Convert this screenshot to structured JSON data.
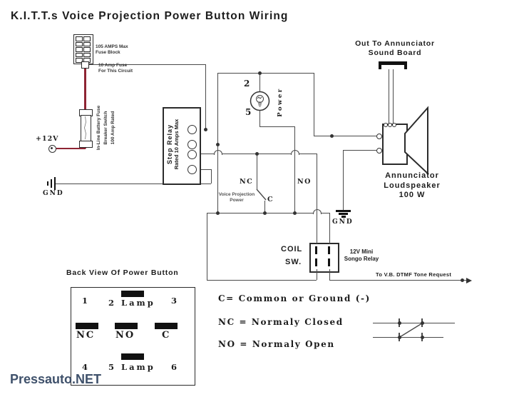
{
  "colors": {
    "wire": "#4a4a4a",
    "supply_wire": "#8e2433",
    "ink": "#1c1c1c",
    "watermark": "#3f516b"
  },
  "header": {
    "title": "K.I.T.T.s Voice Projection Power Button Wiring"
  },
  "watermark": {
    "text": "Pressauto.NET"
  },
  "fuse_block": {
    "rating_line1": "105 AMPS Max",
    "rating_line2": "Fuse Block",
    "circuit_line1": "10 Amp Fuse",
    "circuit_line2": "For This Circuit"
  },
  "inline_fuse": {
    "line1": "In-Line",
    "line2": "Battery Fuse",
    "line3": "Breaker Switch",
    "line4": "100 Amp Rated"
  },
  "supply": {
    "positive": "+12V",
    "ground": "GND"
  },
  "step_relay": {
    "name": "Step Relay",
    "rating": "Rated 10 Amps Max"
  },
  "lamp": {
    "pin_top": "2",
    "pin_bottom": "5",
    "label": "Power"
  },
  "annunciator": {
    "out_line1": "Out To Annunciator",
    "out_line2": "Sound Board",
    "name_line1": "Annunciator",
    "name_line2": "Loudspeaker",
    "name_line3": "100 W",
    "ground": "GND"
  },
  "songo_relay": {
    "coil": "COIL",
    "sw": "SW.",
    "name_line1": "12V Mini",
    "name_line2": "Songo Relay",
    "output": "To V.B. DTMF Tone Request"
  },
  "push_switch": {
    "nc": "NC",
    "no": "NO",
    "c": "C",
    "label_line1": "Voice Projection",
    "label_line2": "Power"
  },
  "button_back": {
    "title": "Back View Of Power Button",
    "pin1": "1",
    "pin2": "2 Lamp",
    "pin3": "3",
    "nc": "NC",
    "no": "NO",
    "c": "C",
    "pin4": "4",
    "pin5": "5 Lamp",
    "pin6": "6"
  },
  "legend": {
    "c": "C= Common or Ground (-)",
    "nc": "NC = Normaly Closed",
    "no": "NO = Normaly Open"
  }
}
